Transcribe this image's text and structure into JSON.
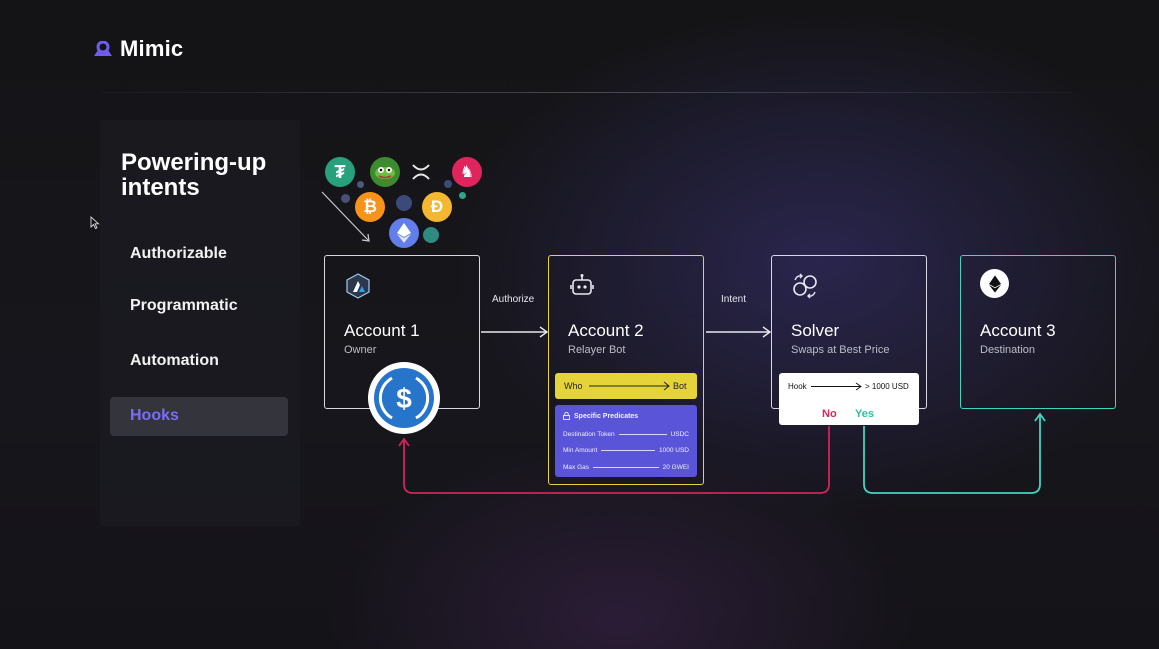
{
  "brand": {
    "name": "Mimic",
    "accent": "#6e5cf0"
  },
  "sidebar": {
    "title": "Powering-up intents",
    "items": [
      {
        "label": "Authorizable",
        "active": false
      },
      {
        "label": "Programmatic",
        "active": false
      },
      {
        "label": "Automation",
        "active": false
      },
      {
        "label": "Hooks",
        "active": true
      }
    ],
    "active_color": "#7b6cf6"
  },
  "diagram": {
    "tokens": [
      "tether-icon",
      "pepe-icon",
      "xrp-icon",
      "frax-icon",
      "bitcoin-icon",
      "dai-icon",
      "ethereum-icon"
    ],
    "edges": {
      "authorize": "Authorize",
      "intent": "Intent"
    },
    "accounts": {
      "account1": {
        "title": "Account 1",
        "subtitle": "Owner",
        "icon": "arbitrum-icon",
        "badge": "usdc-icon"
      },
      "account2": {
        "title": "Account 2",
        "subtitle": "Relayer Bot",
        "icon": "robot-icon",
        "border": "#e4d43a"
      },
      "solver": {
        "title": "Solver",
        "subtitle": "Swaps at Best Price",
        "icon": "swap-icon"
      },
      "account3": {
        "title": "Account 3",
        "subtitle": "Destination",
        "icon": "ethereum-icon",
        "border": "#3fd6c0"
      }
    },
    "who": {
      "from": "Who",
      "to": "Bot"
    },
    "predicates": {
      "title": "Specific Predicates",
      "rows": [
        {
          "label": "Destination Token",
          "value": "USDC"
        },
        {
          "label": "Min Amount",
          "value": "1000 USD"
        },
        {
          "label": "Max Gas",
          "value": "20 GWEI"
        }
      ]
    },
    "hook": {
      "label": "Hook",
      "condition": "> 1000 USD",
      "no": "No",
      "yes": "Yes",
      "no_color": "#e0245e",
      "yes_color": "#2fbf9f"
    }
  }
}
